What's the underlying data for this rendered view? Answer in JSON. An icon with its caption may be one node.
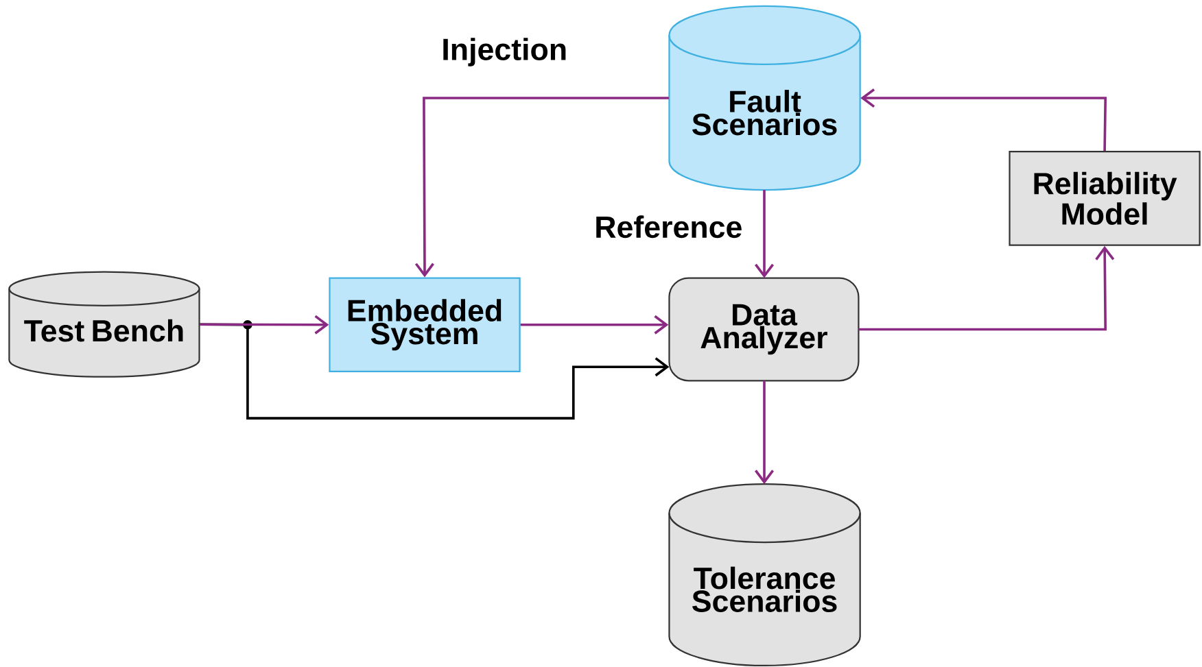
{
  "diagram": {
    "nodes": [
      {
        "text": [
          "Fault Scenarios"
        ]
      },
      {
        "text": [
          "Reliability Model"
        ]
      },
      {
        "text": [
          "Test Bench"
        ]
      },
      {
        "text": [
          "Embedded System"
        ]
      },
      {
        "text": [
          "Data Analyzer"
        ]
      },
      {
        "text": [
          "Tolerance Scenarios"
        ]
      }
    ],
    "edges": [
      {
        "from": 0,
        "to": 3,
        "arrow": "to",
        "label": "Injection"
      },
      {
        "from": 0,
        "to": 4,
        "arrow": "to",
        "label": "Reference"
      },
      {
        "from": 1,
        "to": 0,
        "arrow": "to"
      },
      {
        "from": 4,
        "to": 1,
        "arrow": "to"
      },
      {
        "from": 2,
        "to": 4,
        "arrow": "to",
        "color": "#000000"
      },
      {
        "from": 2,
        "to": 3,
        "arrow": "to"
      },
      {
        "from": 3,
        "to": 4,
        "arrow": "to"
      },
      {
        "from": 4,
        "to": 5,
        "arrow": "to"
      }
    ]
  }
}
